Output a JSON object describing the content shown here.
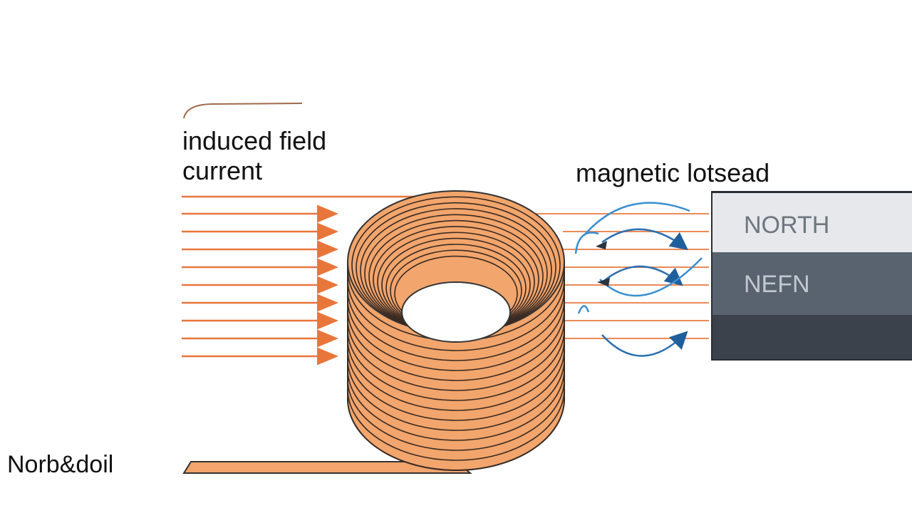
{
  "labels": {
    "induced_field": "induced field",
    "current": "current",
    "magnetic": "magnetic lotsead",
    "coil": "Norb&doil"
  },
  "magnet": {
    "top_label": "NORTH",
    "middle_label": "NEFN"
  },
  "colors": {
    "copper": "#f2a56c",
    "field_line": "#e8763a",
    "flux_arrow": "#3a8fd0",
    "magnet_dark": "#3b424c"
  }
}
